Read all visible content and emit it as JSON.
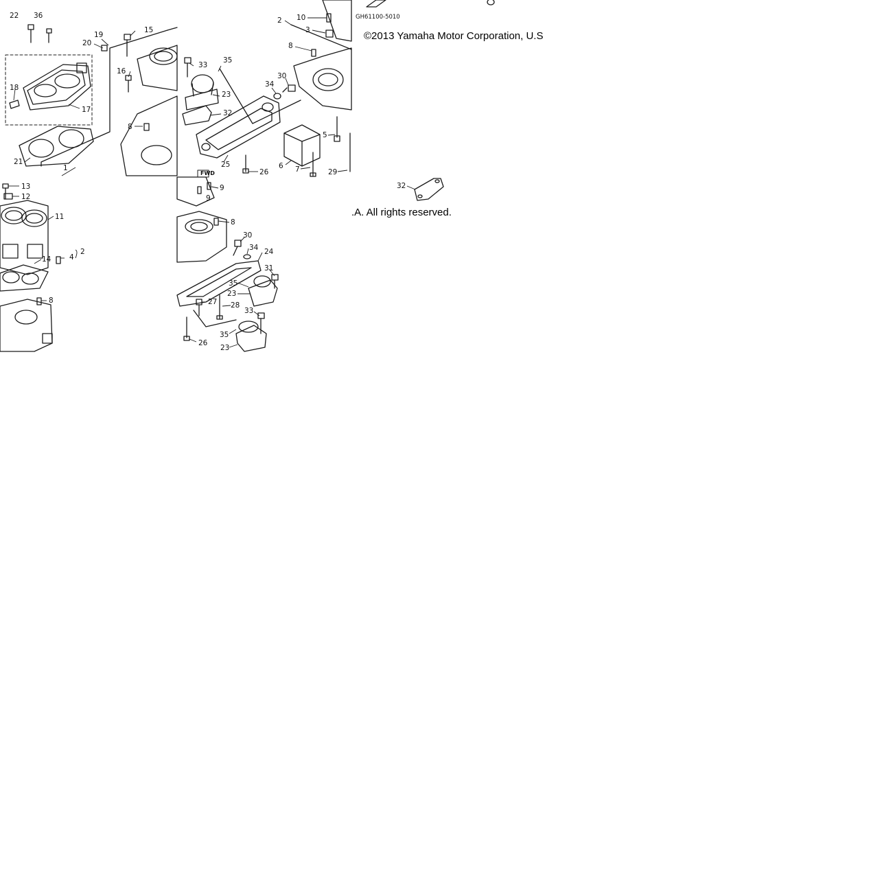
{
  "diagram_code": "GH61100-5010",
  "copyright_line1": "©2013 Yamaha Motor Corporation, U.S",
  "copyright_line2": ".A. All rights reserved.",
  "fwd_label": "FWD",
  "callouts": {
    "c22": "22",
    "c36": "36",
    "c19": "19",
    "c15": "15",
    "c20": "20",
    "c16": "16",
    "c18": "18",
    "c17": "17",
    "c8a": "8",
    "c21": "21",
    "c1": "1",
    "c13": "13",
    "c12": "12",
    "c11": "11",
    "c4": "4",
    "c2a": "2",
    "c14": "14",
    "c8b": "8",
    "c33a": "33",
    "c35a": "35",
    "c23a": "23",
    "c32a": "32",
    "c34a": "34",
    "c30a": "30",
    "c25": "25",
    "c26a": "26",
    "c9a": "9",
    "c9b": "9",
    "c10": "10",
    "c2b": "2",
    "c3": "3",
    "c8c": "8",
    "c5": "5",
    "c6": "6",
    "c7": "7",
    "c29": "29",
    "c32b": "32",
    "c8d": "8",
    "c30b": "30",
    "c34b": "34",
    "c24": "24",
    "c31": "31",
    "c35b": "35",
    "c23b": "23",
    "c27": "27",
    "c28": "28",
    "c33b": "33",
    "c35c": "35",
    "c23c": "23",
    "c26b": "26"
  }
}
